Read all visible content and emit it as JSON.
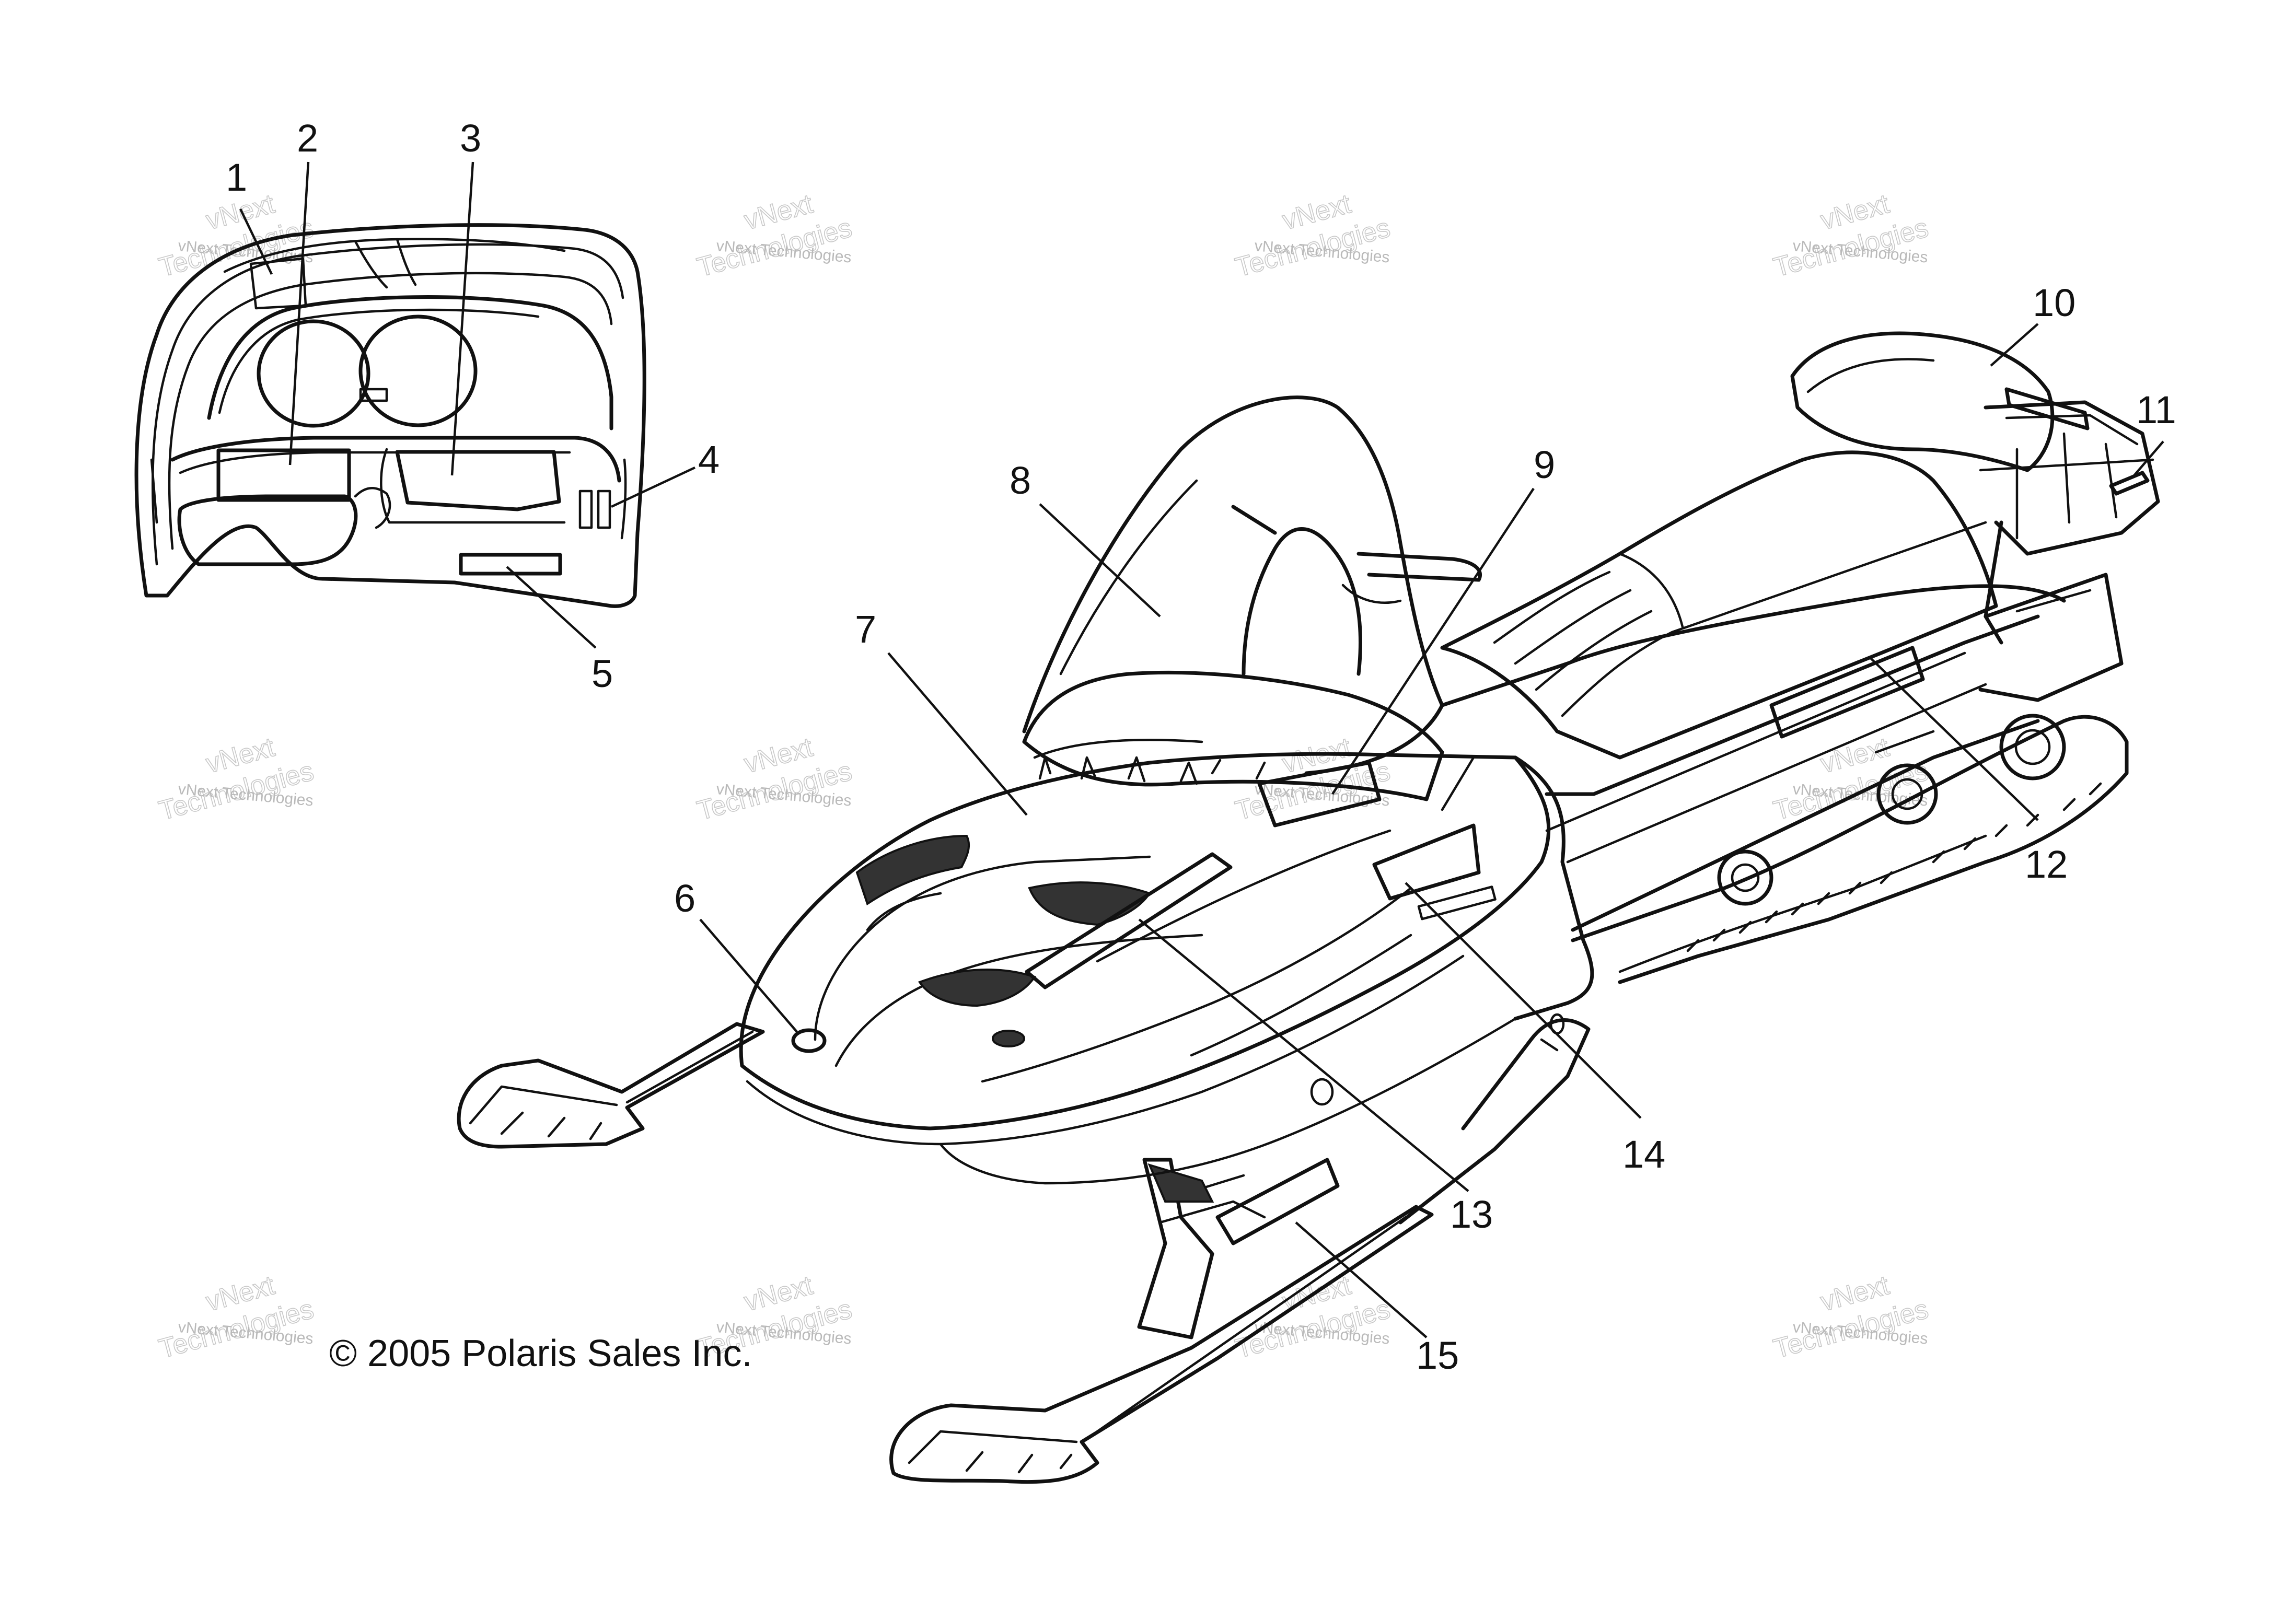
{
  "copyright": "© 2005 Polaris Sales Inc.",
  "watermark": {
    "line1": "vNext",
    "line2": "Technologies",
    "small_text": "vNext Technologies"
  },
  "callouts": [
    {
      "id": "1",
      "label": "1"
    },
    {
      "id": "2",
      "label": "2"
    },
    {
      "id": "3",
      "label": "3"
    },
    {
      "id": "4",
      "label": "4"
    },
    {
      "id": "5",
      "label": "5"
    },
    {
      "id": "6",
      "label": "6"
    },
    {
      "id": "7",
      "label": "7"
    },
    {
      "id": "8",
      "label": "8"
    },
    {
      "id": "9",
      "label": "9"
    },
    {
      "id": "10",
      "label": "10"
    },
    {
      "id": "11",
      "label": "11"
    },
    {
      "id": "12",
      "label": "12"
    },
    {
      "id": "13",
      "label": "13"
    },
    {
      "id": "14",
      "label": "14"
    },
    {
      "id": "15",
      "label": "15"
    }
  ],
  "icons": [
    "dashboard-drawing",
    "snowmobile-drawing"
  ]
}
